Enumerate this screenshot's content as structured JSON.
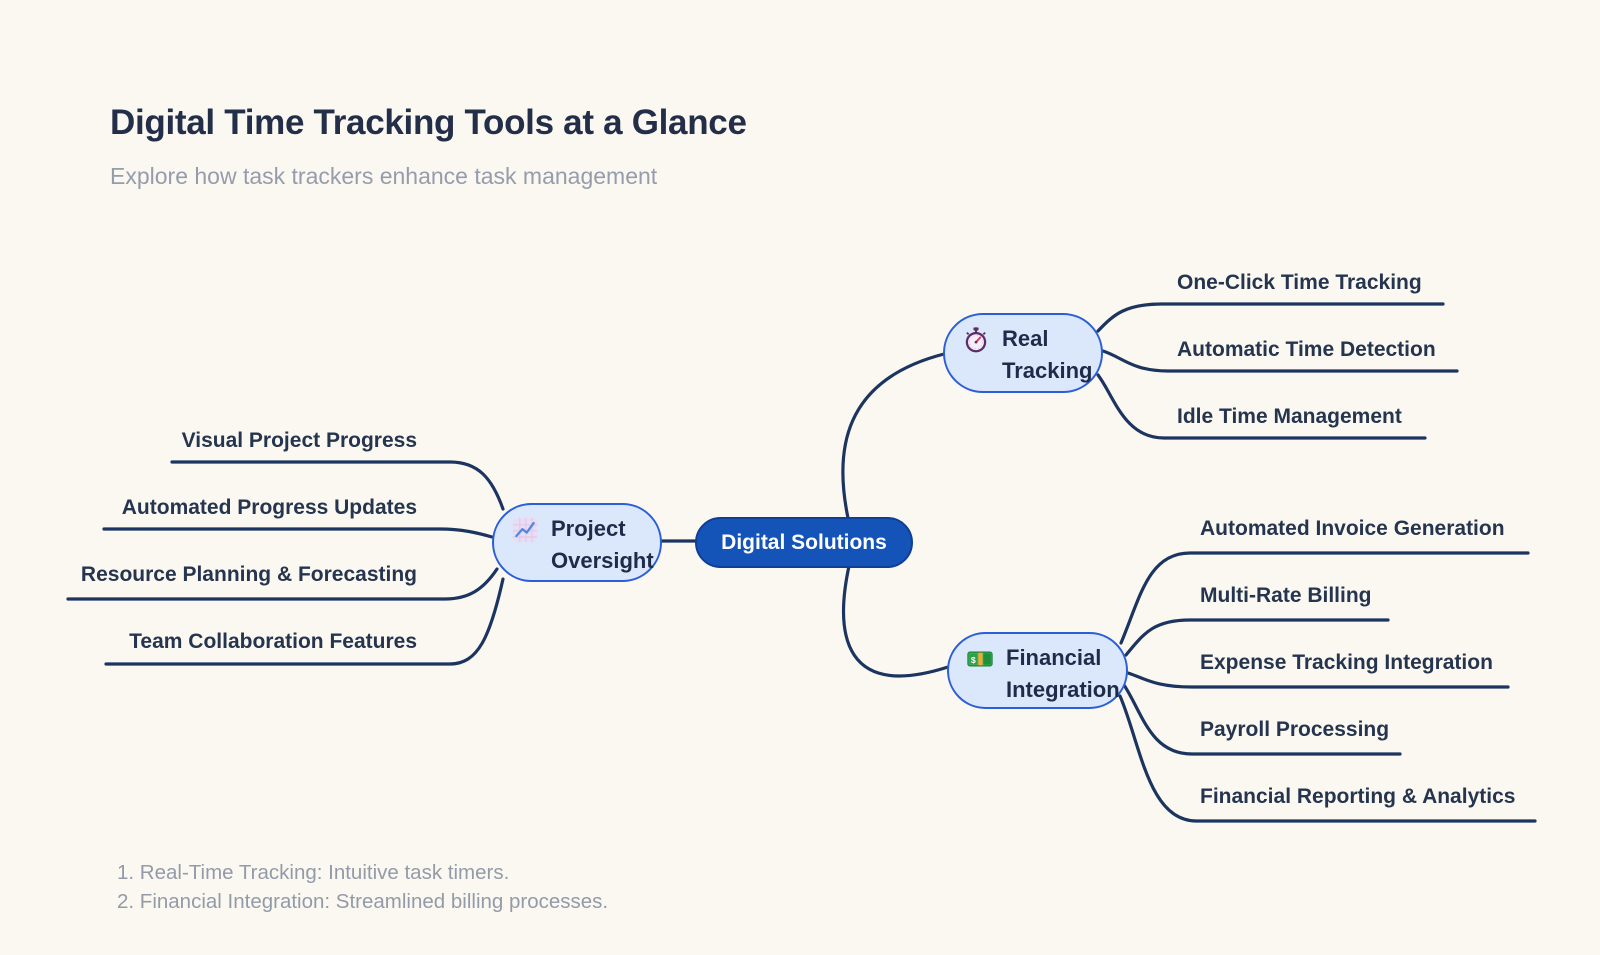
{
  "header": {
    "title": "Digital Time Tracking Tools at a Glance",
    "subtitle": "Explore how task trackers enhance task management"
  },
  "mindmap": {
    "center": {
      "label": "Digital Solutions"
    },
    "branches": [
      {
        "id": "project-oversight",
        "icon": "chart-increasing-icon",
        "label_lines": [
          "Project",
          "Oversight"
        ],
        "leaves": [
          "Visual Project Progress",
          "Automated Progress Updates",
          "Resource Planning & Forecasting",
          "Team Collaboration Features"
        ]
      },
      {
        "id": "real-tracking",
        "icon": "stopwatch-icon",
        "label_lines": [
          "Real",
          "Tracking"
        ],
        "leaves": [
          "One-Click Time Tracking",
          "Automatic Time Detection",
          "Idle Time Management"
        ]
      },
      {
        "id": "financial-integration",
        "icon": "banknote-icon",
        "label_lines": [
          "Financial",
          "Integration"
        ],
        "leaves": [
          "Automated Invoice Generation",
          "Multi-Rate Billing",
          "Expense Tracking Integration",
          "Payroll Processing",
          "Financial Reporting & Analytics"
        ]
      }
    ]
  },
  "footnotes": [
    "1. Real-Time Tracking: Intuitive task timers.",
    "2. Financial Integration: Streamlined billing processes."
  ],
  "colors": {
    "background": "#fbf8f1",
    "title_text": "#232e49",
    "muted_text": "#959cab",
    "connector_line": "#1b3560",
    "center_node_fill": "#1453b8",
    "center_node_border": "#0f3e96",
    "center_node_text": "#ffffff",
    "branch_node_fill": "#dbe7fb",
    "branch_node_border": "#2b5fd8",
    "node_text": "#1f2c49",
    "leaf_text": "#26354f"
  }
}
